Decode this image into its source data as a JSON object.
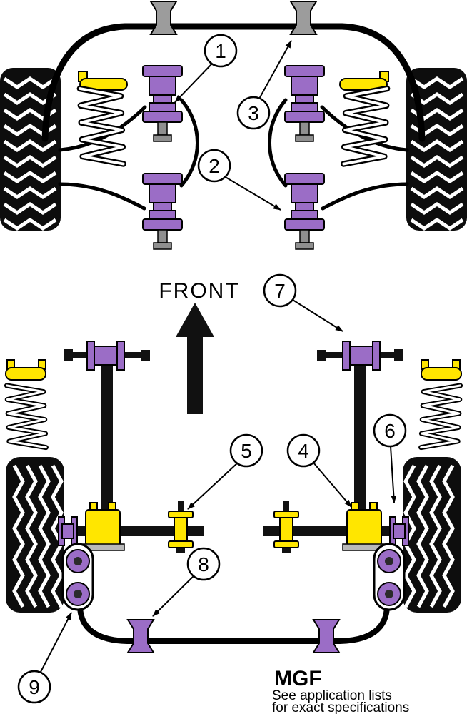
{
  "labels": {
    "front": "FRONT",
    "model": "MGF",
    "note1": "See application lists",
    "note2": "for exact specifications"
  },
  "callouts": [
    "1",
    "2",
    "3",
    "4",
    "5",
    "6",
    "7",
    "8",
    "9"
  ],
  "colors": {
    "bushing_purple": "#9b6dc6",
    "component_yellow": "#ffe600",
    "clamp_gray": "#9c9c9c"
  }
}
